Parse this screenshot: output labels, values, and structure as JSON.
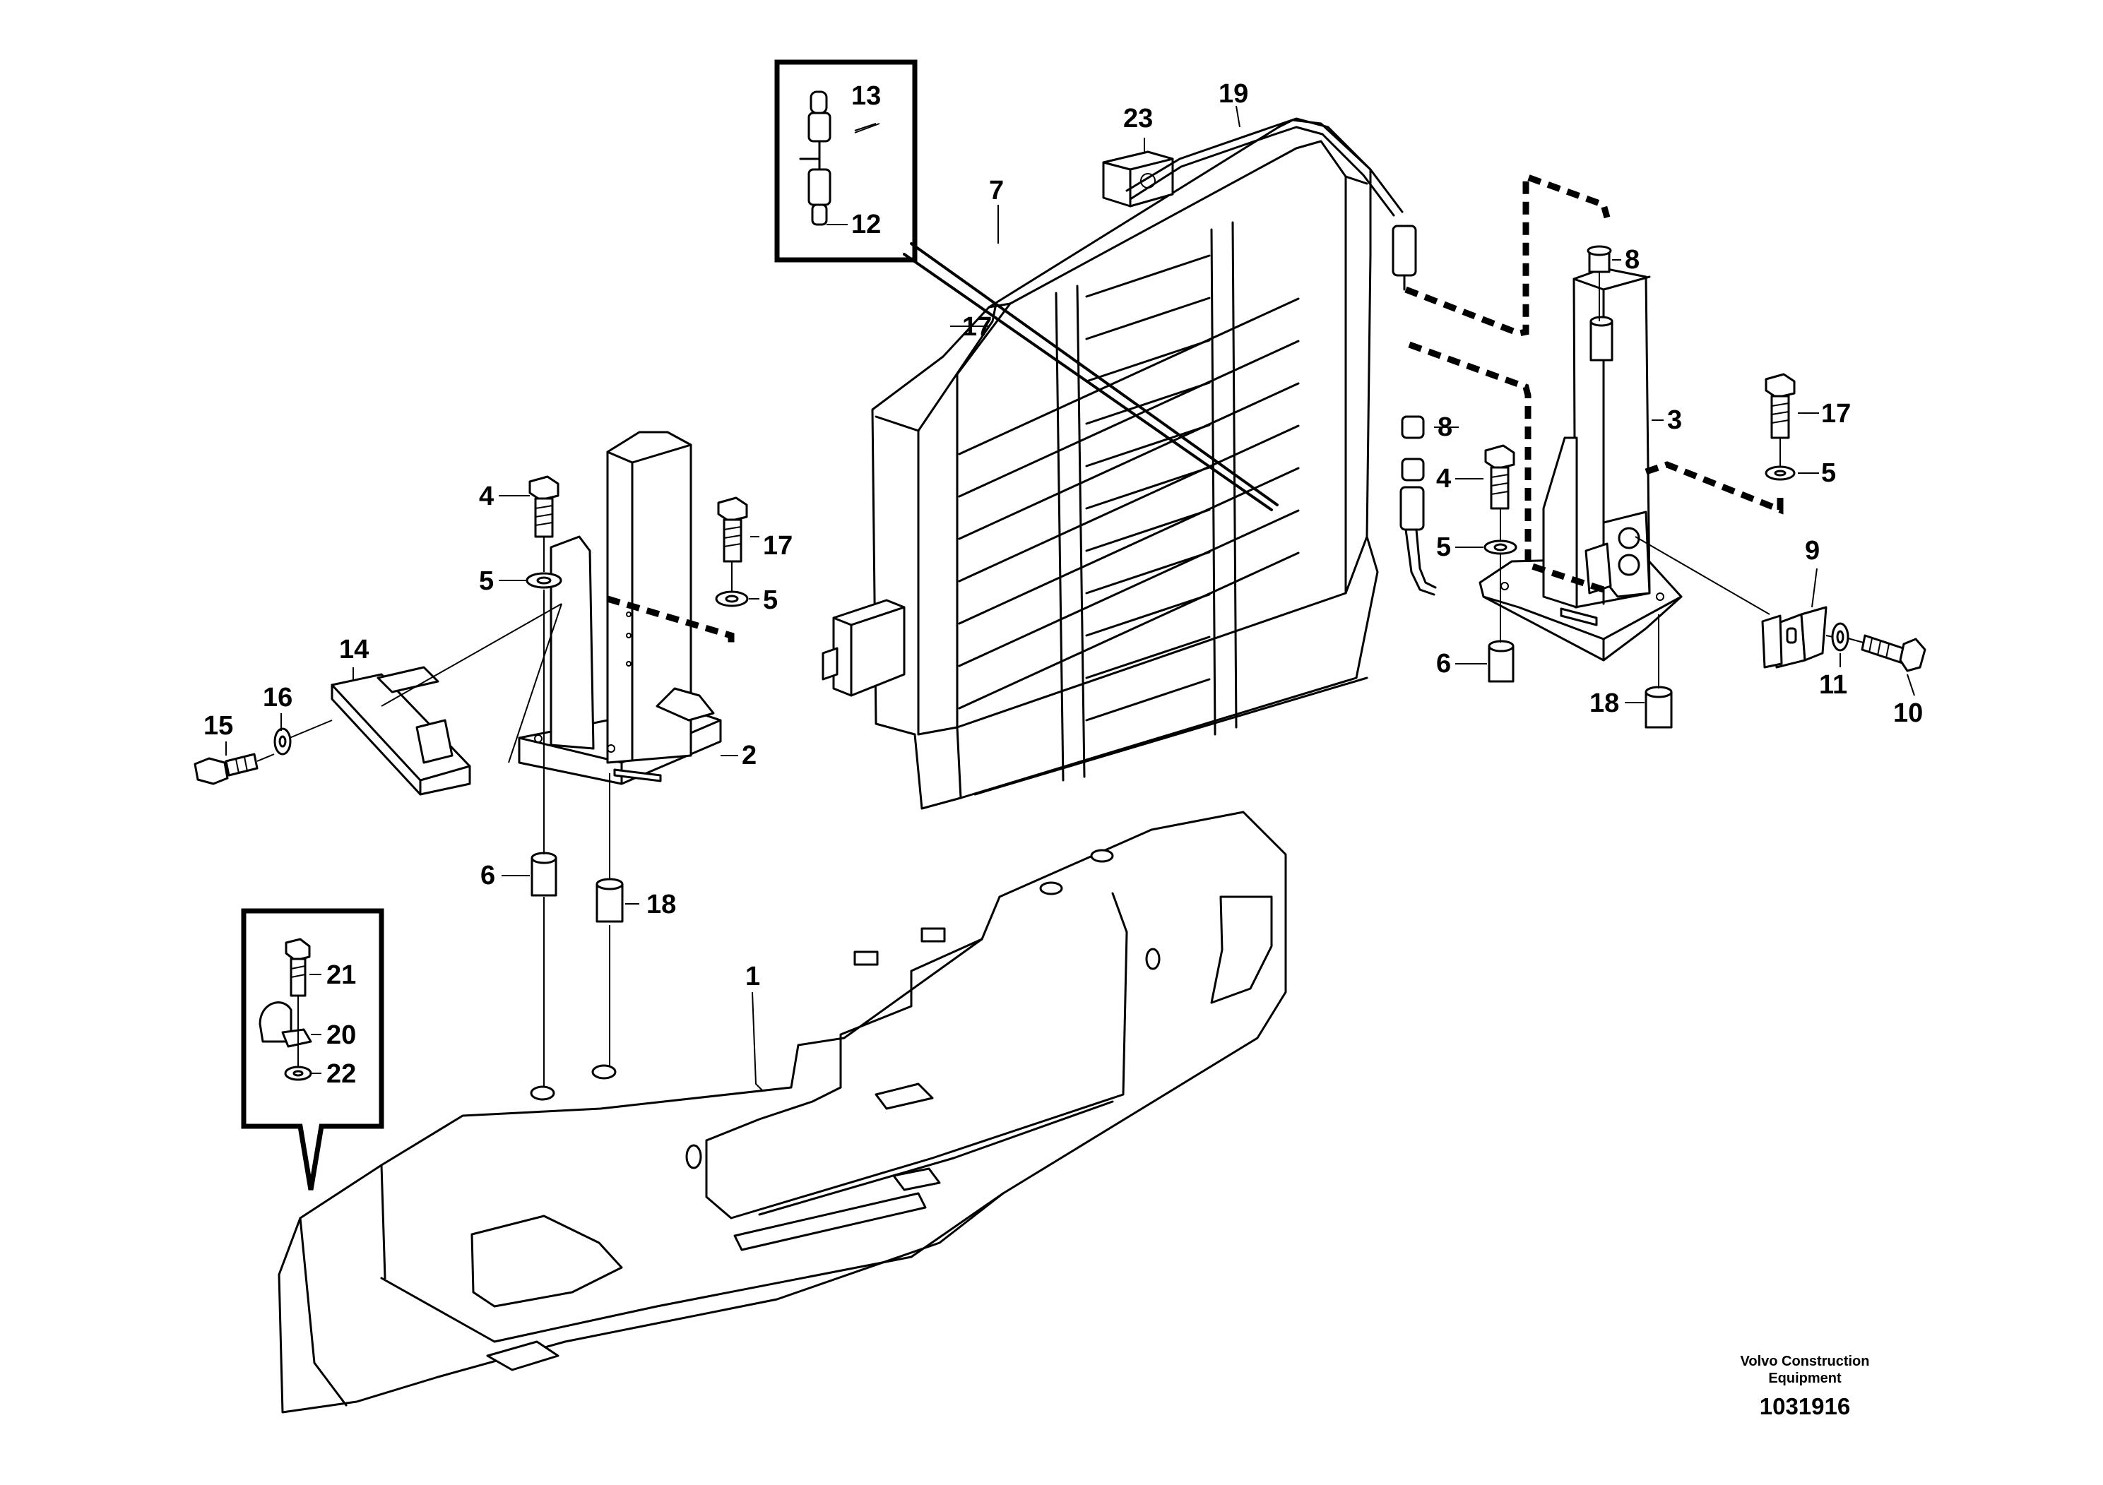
{
  "diagram": {
    "callouts": {
      "c1": "1",
      "c2": "2",
      "c3": "3",
      "c4a": "4",
      "c4b": "4",
      "c5a": "5",
      "c5b": "5",
      "c5c": "5",
      "c5d": "5",
      "c6a": "6",
      "c6b": "6",
      "c7": "7",
      "c8a": "8",
      "c8b": "8",
      "c9": "9",
      "c10": "10",
      "c11": "11",
      "c12": "12",
      "c13": "13",
      "c14": "14",
      "c15": "15",
      "c16": "16",
      "c17a": "17",
      "c17b": "17",
      "c17c": "17",
      "c18a": "18",
      "c18b": "18",
      "c19": "19",
      "c20": "20",
      "c21": "21",
      "c22": "22",
      "c23": "23"
    },
    "brand_line1": "Volvo Construction",
    "brand_line2": "Equipment",
    "document_number": "1031916"
  }
}
